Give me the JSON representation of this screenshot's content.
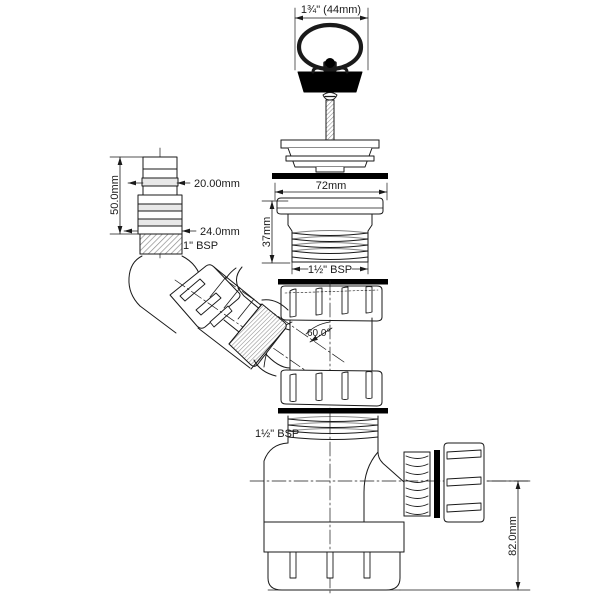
{
  "drawing": {
    "title": "Bottle Trap Assembly Technical Drawing",
    "type": "engineering-line-drawing",
    "background_color": "#ffffff",
    "line_color": "#1a1a1a",
    "gasket_color": "#000000",
    "hatch_color": "#9a9a9a"
  },
  "dimensions": {
    "plug_diameter": "1¾\" (44mm)",
    "nozzle_small_dia": "20.00mm",
    "nozzle_large_dia": "24.0mm",
    "nozzle_length": "50.0mm",
    "nozzle_thread": "1\" BSP",
    "flange_diameter": "72mm",
    "flange_height": "37mm",
    "waste_thread": "1½\" BSP",
    "trap_thread": "1½\" BSP",
    "branch_angle": "60.0°",
    "outlet_height": "82.0mm"
  },
  "parts": {
    "plug": "sink-plug-with-pull-ring",
    "screw": "slotted-retaining-screw",
    "strainer": "strainer-basket",
    "flange": "waste-flange",
    "gasket": "rubber-washer",
    "tee": "tee-piece-body",
    "nut_upper": "compression-nut-upper",
    "nut_lower": "compression-nut-lower",
    "hose_nozzle": "hose-connector-nozzle",
    "elbow": "angled-inlet-elbow",
    "knurled_nut": "knurled-coupling-nut",
    "trap_body": "bottle-trap-body",
    "trap_cup": "removable-trap-cup",
    "outlet": "threaded-outlet-spigot",
    "outlet_nut": "outlet-compression-nut"
  }
}
